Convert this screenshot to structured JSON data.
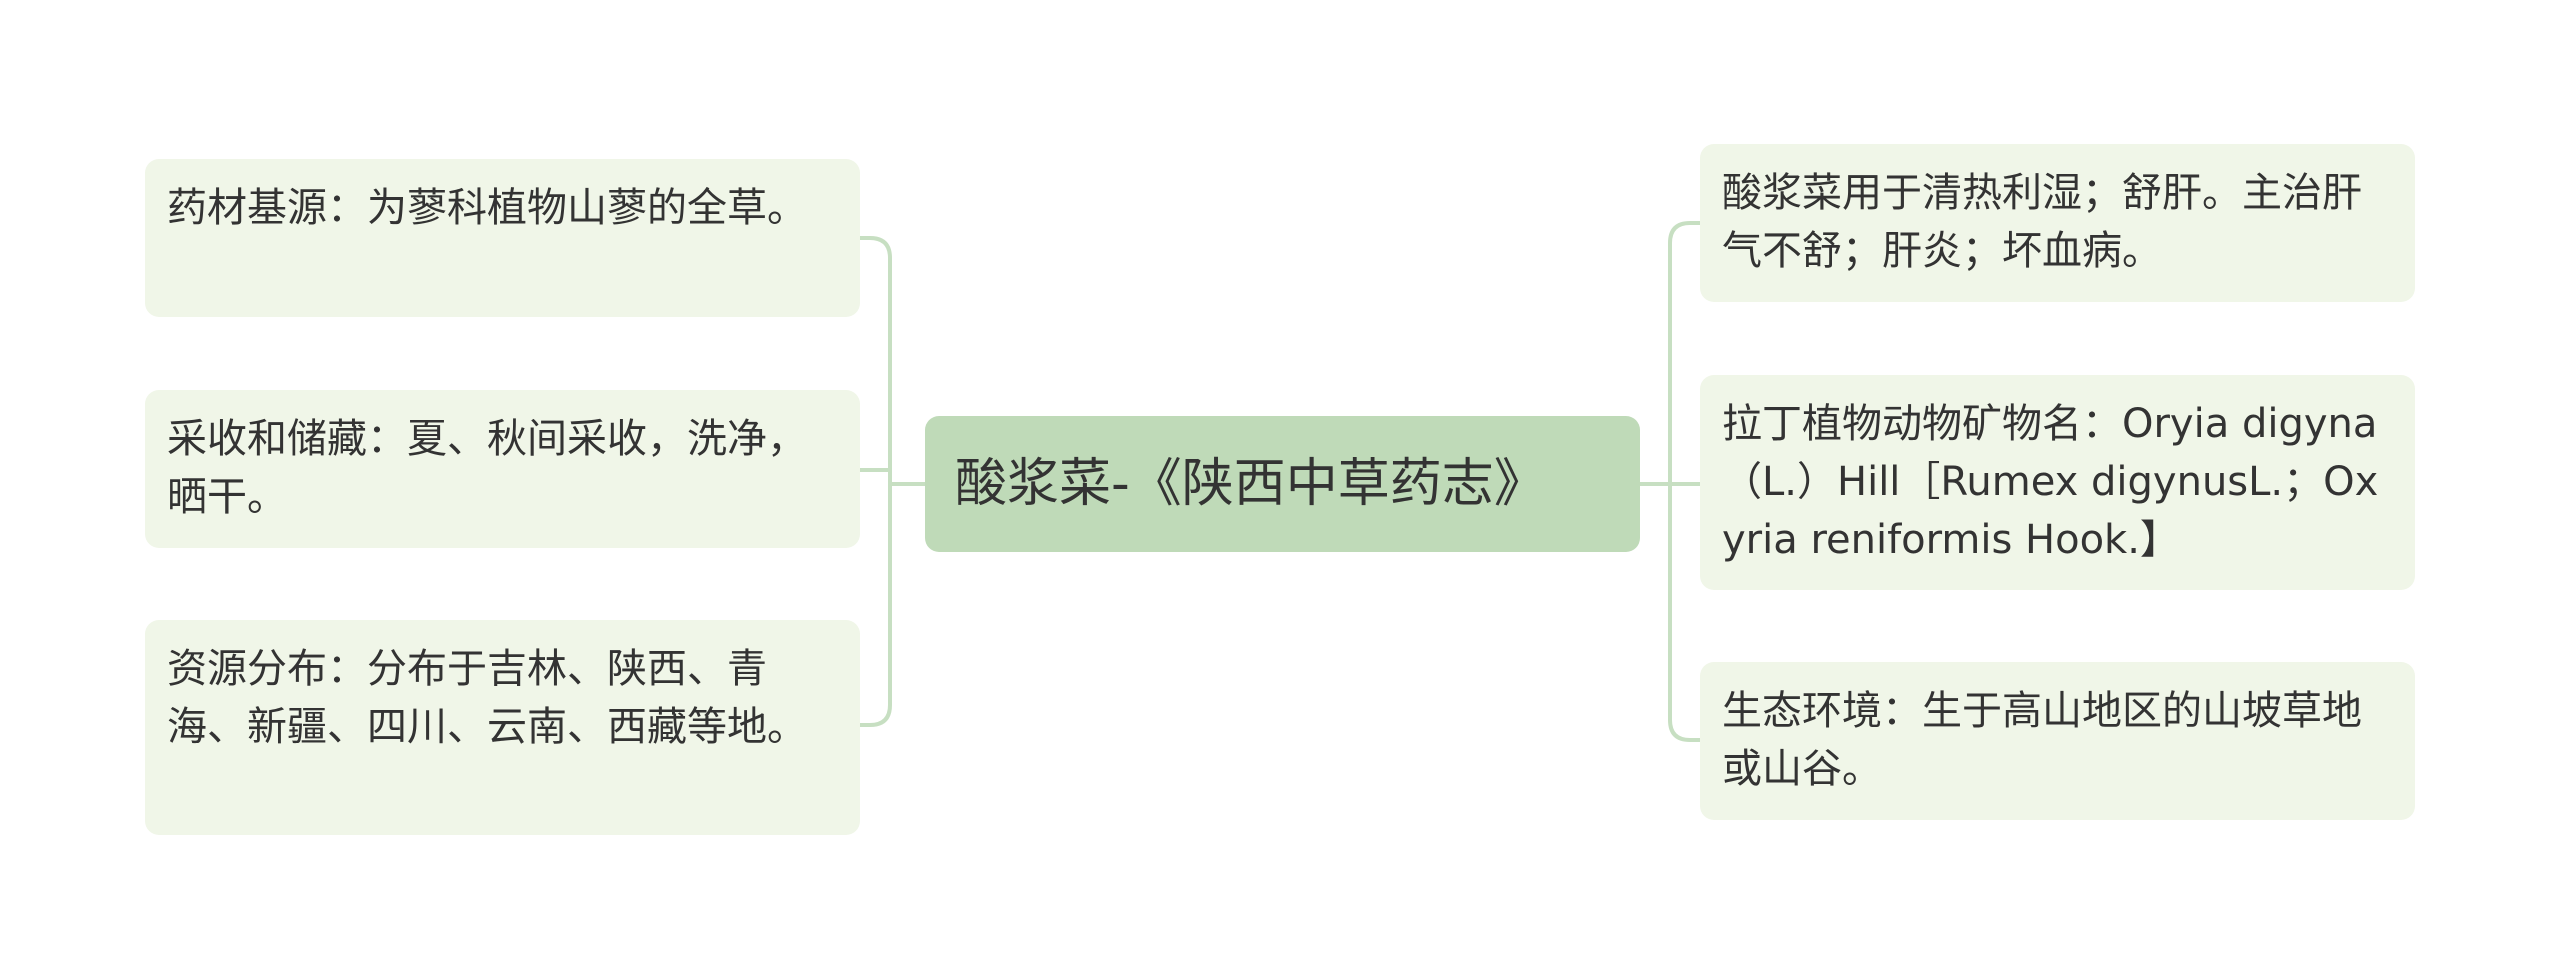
{
  "root": {
    "label": "酸浆菜-《陕西中草药志》"
  },
  "left_nodes": [
    {
      "text": "药材基源：为蓼科植物山蓼的全草。"
    },
    {
      "text": "采收和储藏：夏、秋间采收，洗净，晒干。"
    },
    {
      "text": "资源分布：分布于吉林、陕西、青海、新疆、四川、云南、西藏等地。"
    }
  ],
  "right_nodes": [
    {
      "text": "酸浆菜用于清热利湿；舒肝。主治肝气不舒；肝炎；坏血病。"
    },
    {
      "text": "拉丁植物动物矿物名：Oryia digyna（L.）Hill［Rumex digynusL.；Oxyria reniformis Hook.】"
    },
    {
      "text": "生态环境：生于高山地区的山坡草地或山谷。"
    }
  ],
  "colors": {
    "root_fill": "#bfdab8",
    "node_fill": "#f0f6e8",
    "connector": "#c7dfc2",
    "text": "#333333"
  }
}
